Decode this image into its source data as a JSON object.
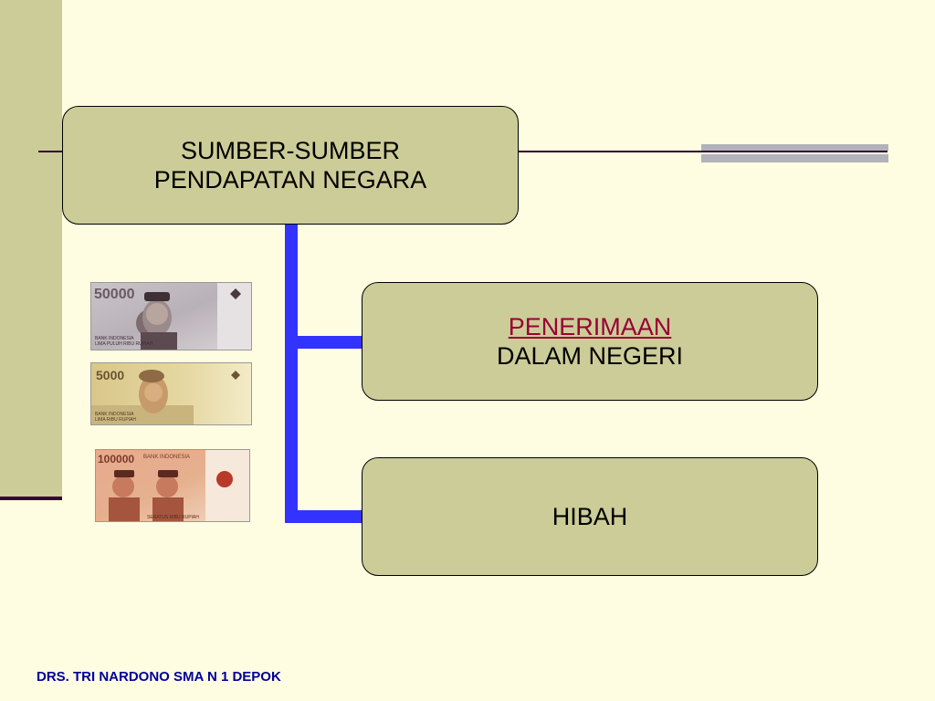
{
  "diagram": {
    "root": {
      "line1": "SUMBER-SUMBER",
      "line2": "PENDAPATAN NEGARA"
    },
    "branches": [
      {
        "line1": "PENERIMAAN",
        "line2": "DALAM NEGERI"
      },
      {
        "line1": "HIBAH"
      }
    ]
  },
  "banknotes": [
    {
      "value": "50000",
      "bank": "BANK INDONESIA",
      "words": "LIMA PULUH RIBU RUPIAH"
    },
    {
      "value": "5000",
      "bank": "BANK INDONESIA",
      "words": "LIMA RIBU RUPIAH"
    },
    {
      "value": "100000",
      "bank": "BANK INDONESIA",
      "words": "SERATUS RIBU RUPIAH"
    }
  ],
  "footer": {
    "text": "DRS. TRI NARDONO SMA N 1 DEPOK"
  },
  "colors": {
    "background": "#FFFDE1",
    "box_fill": "#CCCC99",
    "connector": "#3333FF",
    "link": "#990033",
    "footer_text": "#000099"
  }
}
